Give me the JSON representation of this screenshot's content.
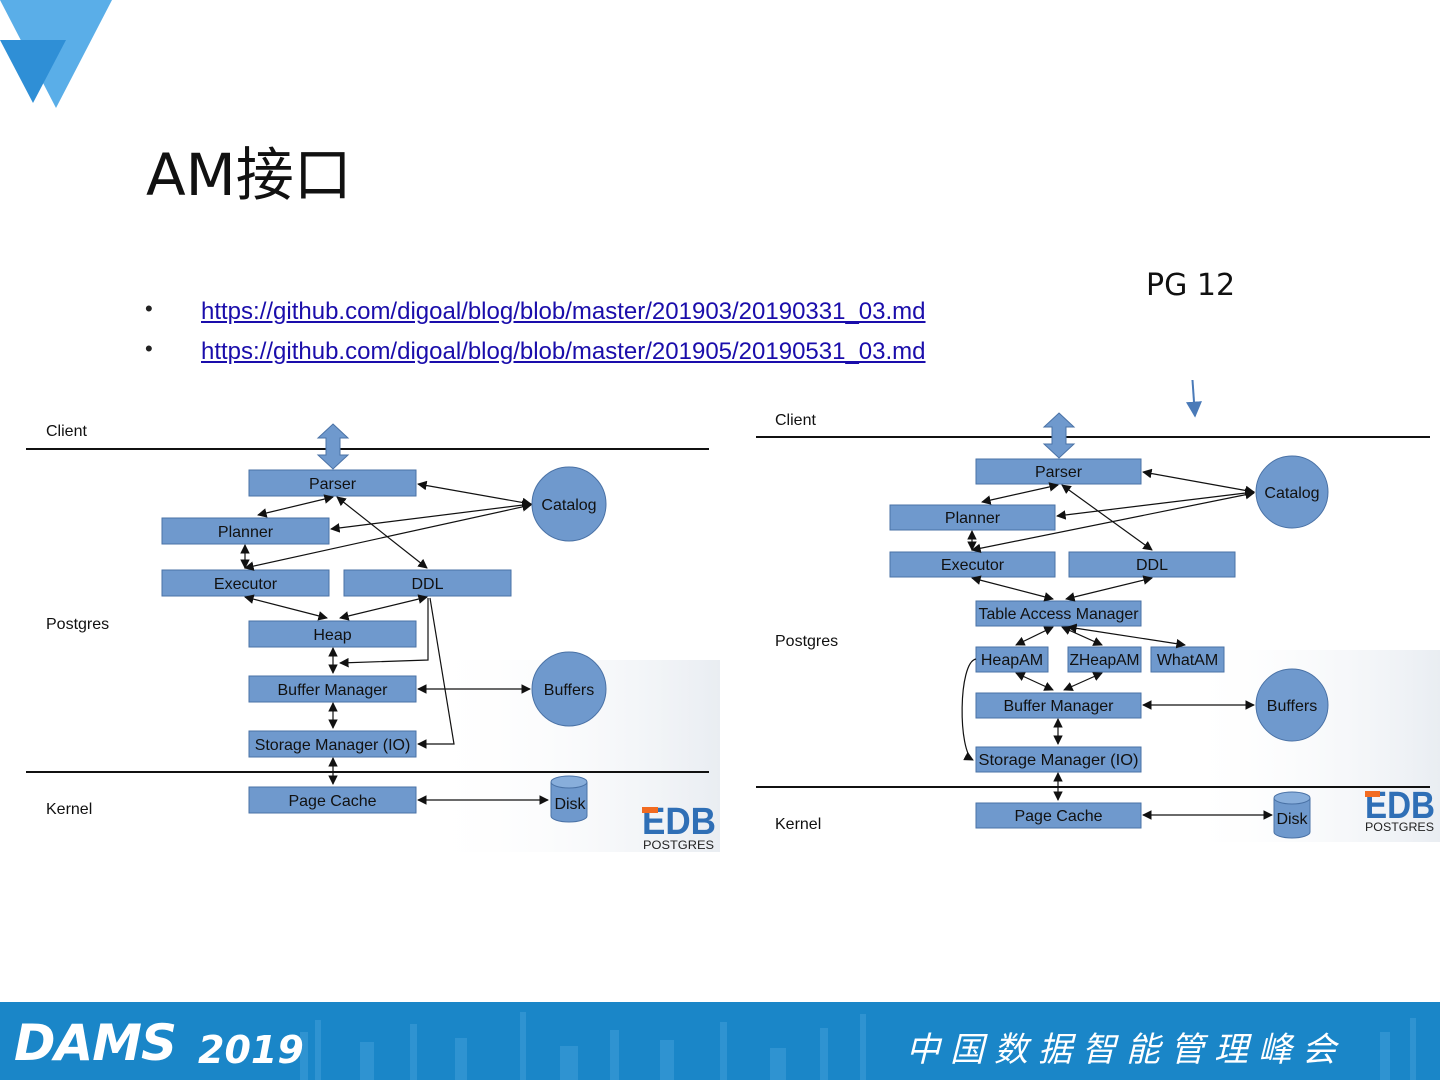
{
  "slide": {
    "title": "AM接口",
    "pg_label": "PG 12",
    "links": [
      "https://github.com/digoal/blog/blob/master/201903/20190331_03.md",
      "https://github.com/digoal/blog/blob/master/201905/20190531_03.md"
    ]
  },
  "left_diagram": {
    "layers": {
      "client": "Client",
      "postgres": "Postgres",
      "kernel": "Kernel"
    },
    "boxes": {
      "parser": "Parser",
      "planner": "Planner",
      "executor": "Executor",
      "ddl": "DDL",
      "heap": "Heap",
      "buffer_manager": "Buffer Manager",
      "storage_manager": "Storage Manager (IO)",
      "page_cache": "Page Cache"
    },
    "circles": {
      "catalog": "Catalog",
      "buffers": "Buffers"
    },
    "disk": "Disk"
  },
  "right_diagram": {
    "layers": {
      "client": "Client",
      "postgres": "Postgres",
      "kernel": "Kernel"
    },
    "boxes": {
      "parser": "Parser",
      "planner": "Planner",
      "executor": "Executor",
      "ddl": "DDL",
      "table_access_manager": "Table Access Manager",
      "heapam": "HeapAM",
      "zheapam": "ZHeapAM",
      "whatam": "WhatAM",
      "buffer_manager": "Buffer Manager",
      "storage_manager": "Storage Manager (IO)",
      "page_cache": "Page Cache"
    },
    "circles": {
      "catalog": "Catalog",
      "buffers": "Buffers"
    },
    "disk": "Disk"
  },
  "edb_logo": {
    "mark": "EDB",
    "sub": "POSTGRES"
  },
  "footer": {
    "brand": "DAMS",
    "year": "2019",
    "conference": "中国数据智能管理峰会"
  },
  "colors": {
    "box_fill": "#6f99cd",
    "box_stroke": "#4a72a6",
    "footer_bg": "#1a86c8",
    "logo_blue": "#2f8fd6",
    "logo_orange": "#f26b21"
  }
}
